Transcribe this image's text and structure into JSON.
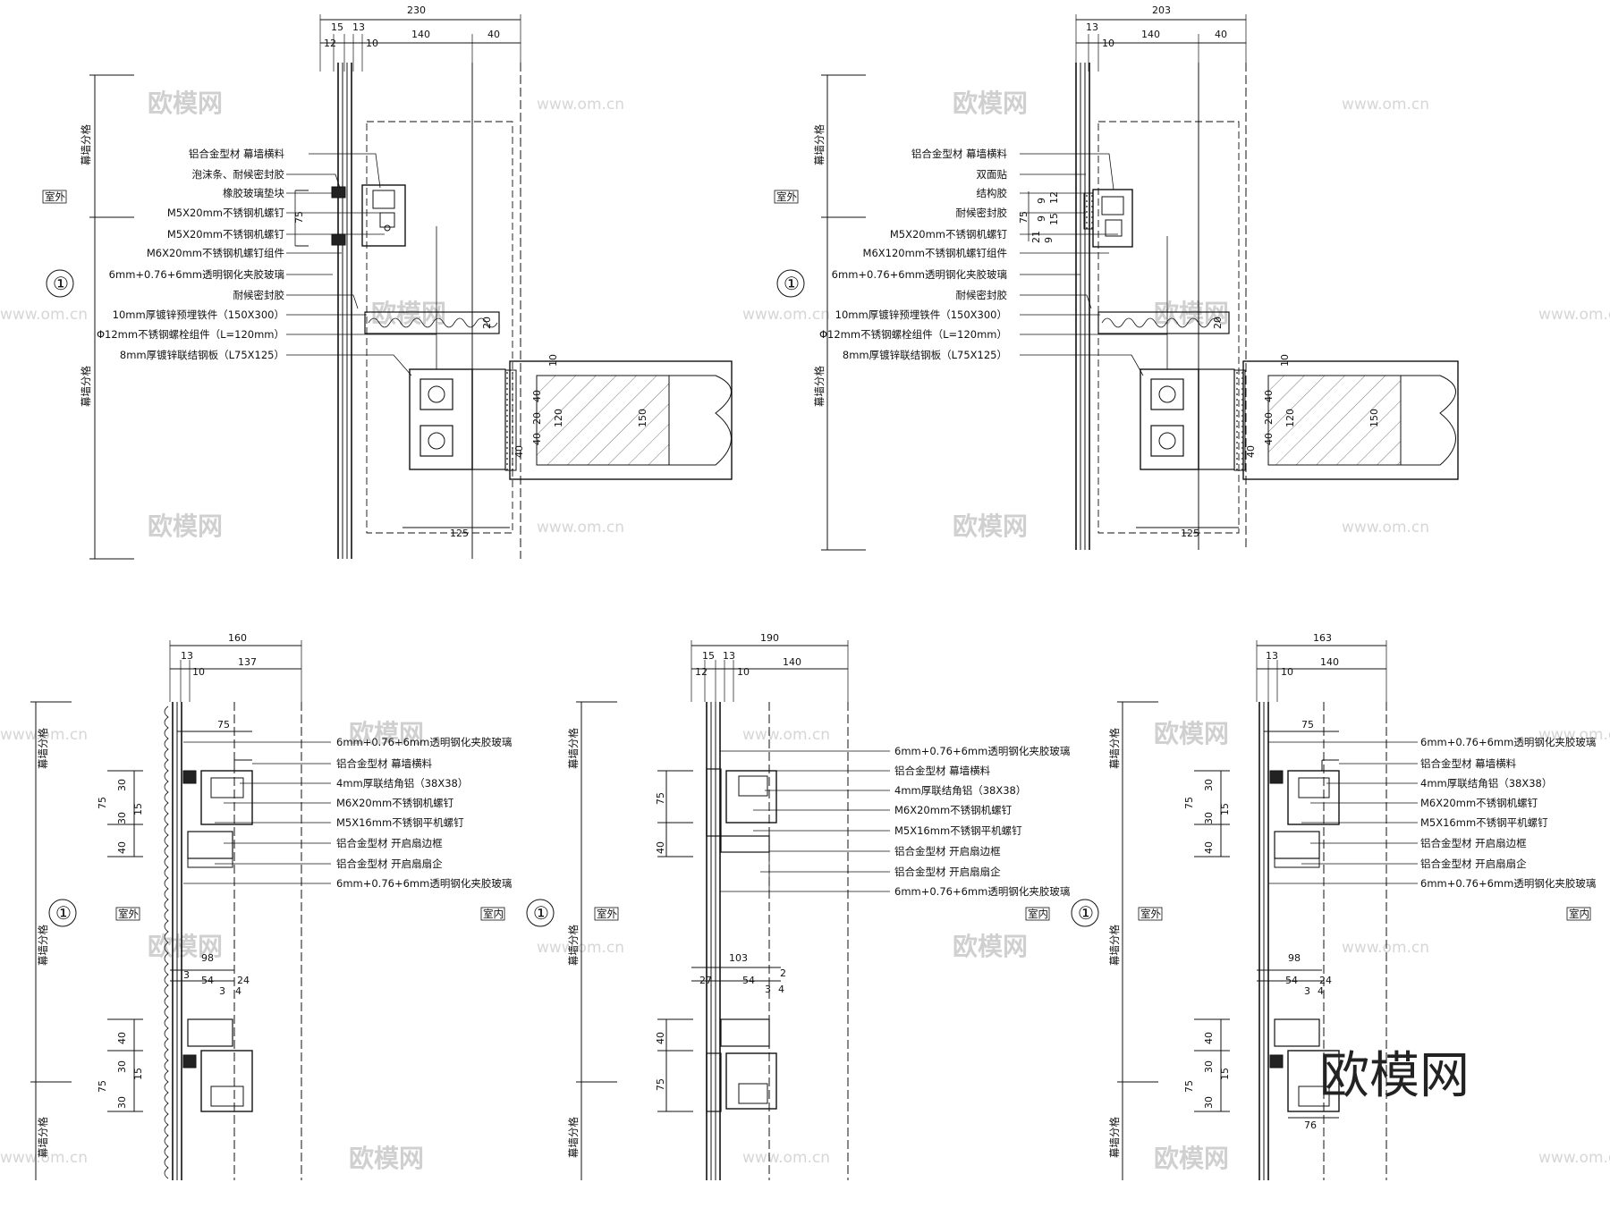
{
  "watermarks": {
    "logo": "欧模网",
    "url": "www.om.cn",
    "big": "欧模网"
  },
  "common": {
    "outside": "室外",
    "inside": "室内",
    "division": "幕墙分格",
    "detail_no": "①"
  },
  "p1": {
    "dims_top": [
      "230",
      "15",
      "13",
      "12",
      "10",
      "140",
      "40"
    ],
    "dim_75": "75",
    "dims_slab": [
      "20",
      "10",
      "40",
      "20",
      "120",
      "40",
      "40",
      "150"
    ],
    "dim_125": "125",
    "labels": [
      "铝合金型材  幕墙横料",
      "泡沫条、耐候密封胶",
      "橡胶玻璃垫块",
      "M5X20mm不锈钢机螺钉",
      "M5X20mm不锈钢机螺钉",
      "M6X20mm不锈钢机螺钉组件",
      "6mm+0.76+6mm透明钢化夹胶玻璃",
      "耐候密封胶",
      "10mm厚镀锌预埋铁件（150X300）",
      "Φ12mm不锈钢螺栓组件（L=120mm）",
      "8mm厚镀锌联结钢板（L75X125）"
    ]
  },
  "p2": {
    "dims_top": [
      "203",
      "13",
      "10",
      "140",
      "40"
    ],
    "dims_side": [
      "75",
      "9",
      "12",
      "9",
      "15",
      "21",
      "9"
    ],
    "dims_slab": [
      "20",
      "10",
      "40",
      "20",
      "120",
      "40",
      "40",
      "150"
    ],
    "dim_125": "125",
    "labels": [
      "铝合金型材  幕墙横料",
      "双面贴",
      "结构胶",
      "耐候密封胶",
      "M5X20mm不锈钢机螺钉",
      "M6X120mm不锈钢机螺钉组件",
      "6mm+0.76+6mm透明钢化夹胶玻璃",
      "耐候密封胶",
      "10mm厚镀锌预埋铁件（150X300）",
      "Φ12mm不锈钢螺栓组件（L=120mm）",
      "8mm厚镀锌联结钢板（L75X125）"
    ]
  },
  "p3": {
    "dims_top": [
      "160",
      "13",
      "10",
      "137"
    ],
    "dim_75": "75",
    "dims_left_top": [
      "75",
      "30",
      "30",
      "40"
    ],
    "dims_mid": [
      "98",
      "3",
      "54",
      "24",
      "3",
      "4"
    ],
    "dims_left_bot": [
      "40",
      "30",
      "75",
      "30",
      "15",
      "15"
    ],
    "labels": [
      "6mm+0.76+6mm透明钢化夹胶玻璃",
      "铝合金型材  幕墙横料",
      "4mm厚联结角铝（38X38）",
      "M6X20mm不锈钢机螺钉",
      "M5X16mm不锈钢平机螺钉",
      "铝合金型材  开启扇边框",
      "铝合金型材  开启扇扇企",
      "6mm+0.76+6mm透明钢化夹胶玻璃"
    ]
  },
  "p4": {
    "dims_top": [
      "190",
      "15",
      "13",
      "12",
      "10",
      "140"
    ],
    "dims_left_top": [
      "75",
      "40"
    ],
    "dims_mid": [
      "103",
      "27",
      "54",
      "2",
      "3",
      "4"
    ],
    "dims_left_bot": [
      "40",
      "75"
    ],
    "labels": [
      "6mm+0.76+6mm透明钢化夹胶玻璃",
      "铝合金型材  幕墙横料",
      "4mm厚联结角铝（38X38）",
      "M6X20mm不锈钢机螺钉",
      "M5X16mm不锈钢平机螺钉",
      "铝合金型材  开启扇边框",
      "铝合金型材  开启扇扇企",
      "6mm+0.76+6mm透明钢化夹胶玻璃"
    ]
  },
  "p5": {
    "dims_top": [
      "163",
      "13",
      "10",
      "140"
    ],
    "dim_75": "75",
    "dims_left_top": [
      "75",
      "30",
      "30",
      "40",
      "15"
    ],
    "dims_mid": [
      "98",
      "54",
      "24",
      "3",
      "4"
    ],
    "dims_left_bot": [
      "40",
      "30",
      "75",
      "30",
      "15"
    ],
    "dim_76": "76",
    "labels": [
      "6mm+0.76+6mm透明钢化夹胶玻璃",
      "铝合金型材  幕墙横料",
      "4mm厚联结角铝（38X38）",
      "M6X20mm不锈钢机螺钉",
      "M5X16mm不锈钢平机螺钉",
      "铝合金型材  开启扇边框",
      "铝合金型材  开启扇扇企",
      "6mm+0.76+6mm透明钢化夹胶玻璃"
    ]
  }
}
